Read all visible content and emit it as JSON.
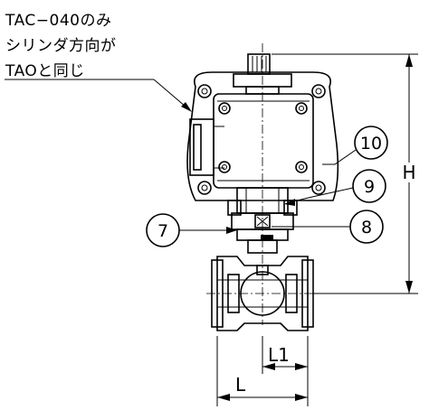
{
  "note": {
    "lines": [
      "TAC−040のみ",
      "シリンダ方向が",
      "TAOと同じ"
    ]
  },
  "callouts": [
    "7",
    "8",
    "9",
    "10"
  ],
  "dimensions": {
    "height_label": "H",
    "length_label": "L",
    "length1_label": "L1"
  }
}
